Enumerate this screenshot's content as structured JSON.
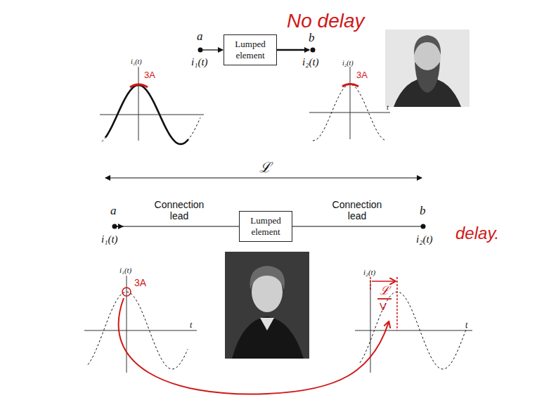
{
  "diagram": {
    "nodes": [
      {
        "text": [
          "Lumped element"
        ]
      },
      {
        "text": [
          "Lumped element"
        ]
      }
    ],
    "labels": [
      "No delay",
      "i₁(t)",
      "3A",
      "a",
      "i₁(t)",
      "b",
      "i₂(t)",
      "i₂(t)",
      "3A",
      "t",
      "ℒ",
      "a",
      "i₁(t)",
      "Connection lead",
      "Connection lead",
      "b",
      "i₂(t)",
      "delay.",
      "i₁(t)",
      "3A",
      "t",
      "i₂(t)",
      "ℒ",
      "V",
      "t"
    ]
  }
}
